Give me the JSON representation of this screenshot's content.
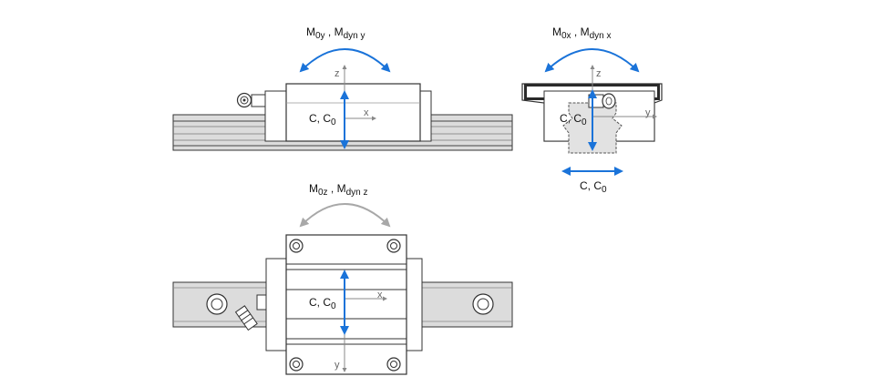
{
  "side_view": {
    "moment_main": "M",
    "moment_sub": "0y",
    "moment_sep": " , ",
    "dyn_main": "M",
    "dyn_sub": "dyn y",
    "load_main": "C, C",
    "load_sub": "0",
    "axis_z": "z",
    "axis_x": "x"
  },
  "end_view": {
    "moment_main": "M",
    "moment_sub": "0x",
    "moment_sep": " , ",
    "dyn_main": "M",
    "dyn_sub": "dyn x",
    "load_main": "C, C",
    "load_sub": "0",
    "lateral_main": "C, C",
    "lateral_sub": "0",
    "axis_z": "z",
    "axis_y": "y"
  },
  "top_view": {
    "moment_main": "M",
    "moment_sub": "0z",
    "moment_sep": " , ",
    "dyn_main": "M",
    "dyn_sub": "dyn z",
    "load_main": "C, C",
    "load_sub": "0",
    "axis_x": "x",
    "axis_y": "y"
  },
  "colors": {
    "accent_blue": "#1a73d9",
    "moment_gray": "#a8a8a8",
    "rail_fill": "#dcdcdc",
    "line": "#333333"
  }
}
